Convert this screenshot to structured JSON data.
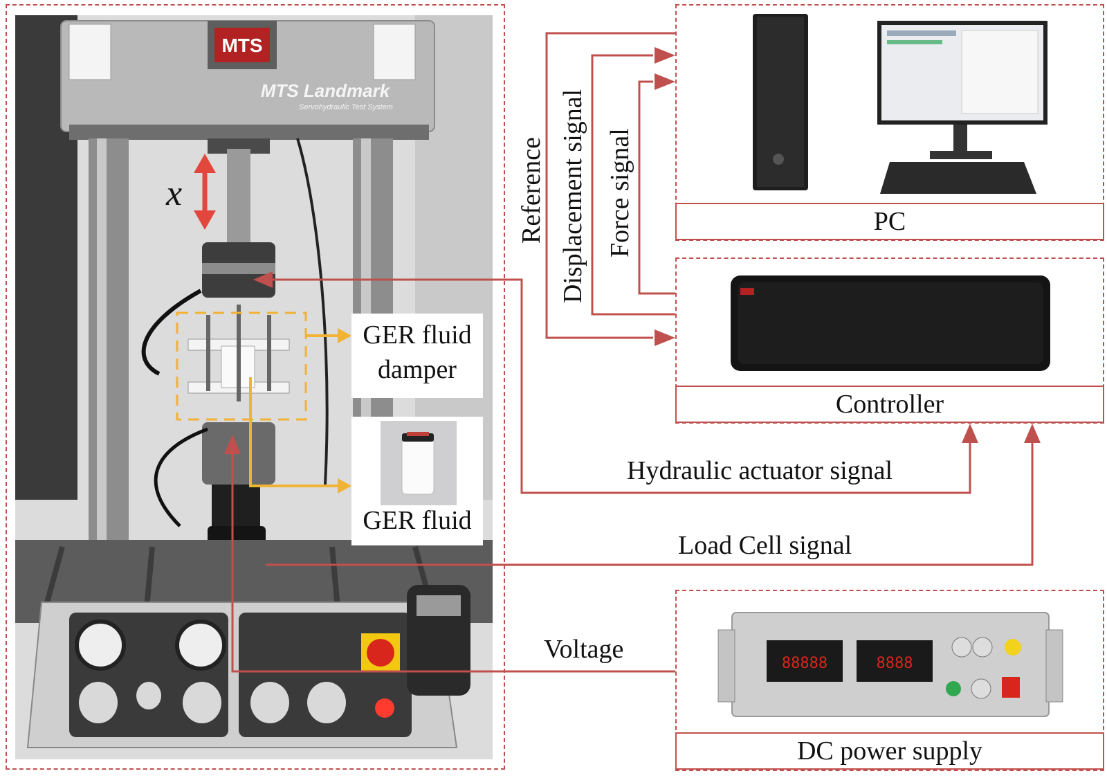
{
  "colors": {
    "arrow": "#c0504d",
    "highlight": "#f2b233",
    "dashed": "#c0504d"
  },
  "machine": {
    "logo": "MTS",
    "brand": "MTS Landmark",
    "subtitle": "Servohydraulic Test System",
    "axis_symbol": "x"
  },
  "signals": {
    "reference": "Reference",
    "displacement": "Displacement signal",
    "force": "Force signal",
    "hydraulic": "Hydraulic actuator signal",
    "load_cell": "Load Cell signal",
    "voltage": "Voltage"
  },
  "labels": {
    "pc": "PC",
    "controller": "Controller",
    "dc_power": "DC power supply",
    "damper": "GER fluid damper",
    "fluid": "GER fluid"
  },
  "icons": [
    "computer-tower-icon",
    "monitor-icon",
    "keyboard-icon",
    "controller-unit-icon",
    "power-supply-icon",
    "test-machine-icon",
    "fluid-bottle-icon"
  ]
}
